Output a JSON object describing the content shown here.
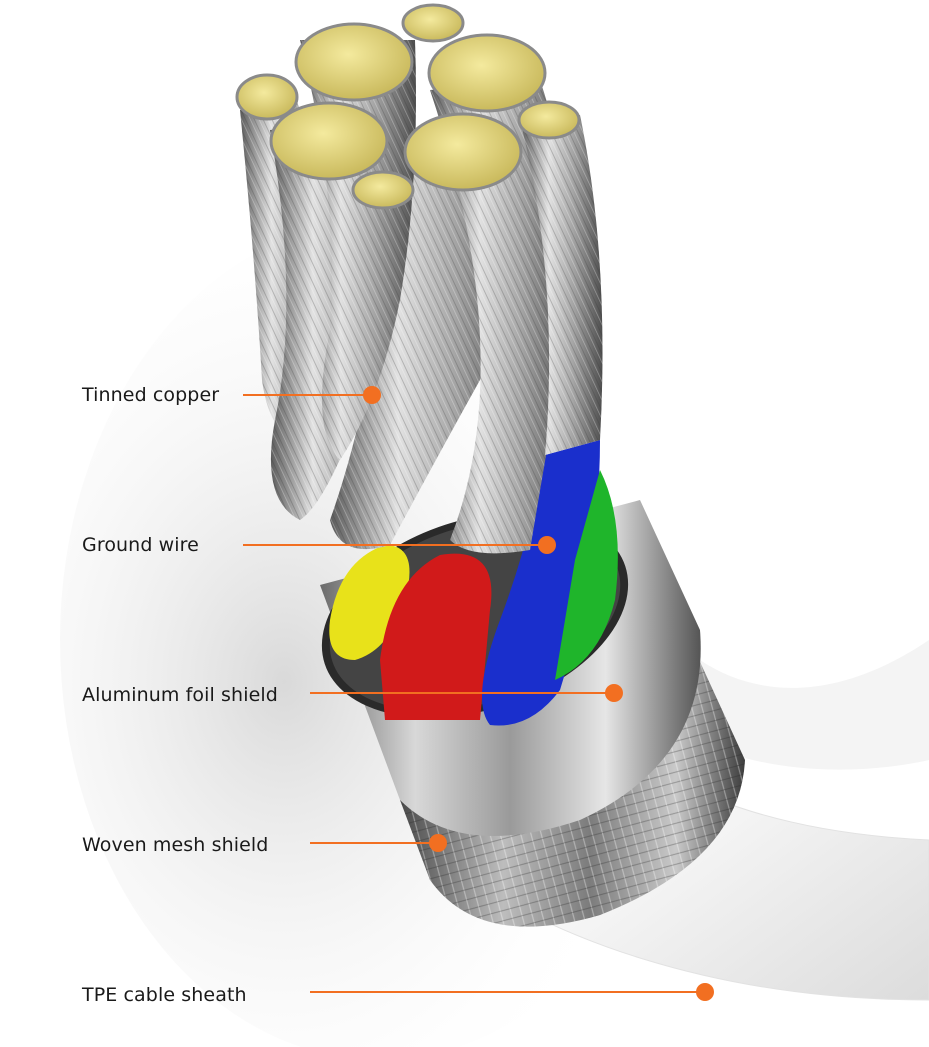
{
  "callouts": [
    {
      "label": "Tinned copper"
    },
    {
      "label": "Ground wire"
    },
    {
      "label": "Aluminum foil shield"
    },
    {
      "label": "Woven mesh shield"
    },
    {
      "label": "TPE cable sheath"
    }
  ],
  "colors": {
    "accent": "#f26f21",
    "label_text": "#1a1a1a",
    "wire_yellow": "#e8e21a",
    "wire_red": "#d11a1a",
    "wire_blue": "#1a2fcc",
    "wire_green": "#1fb52b",
    "copper_core": "#e9dc8a",
    "sheath": "#f1f1f1"
  }
}
